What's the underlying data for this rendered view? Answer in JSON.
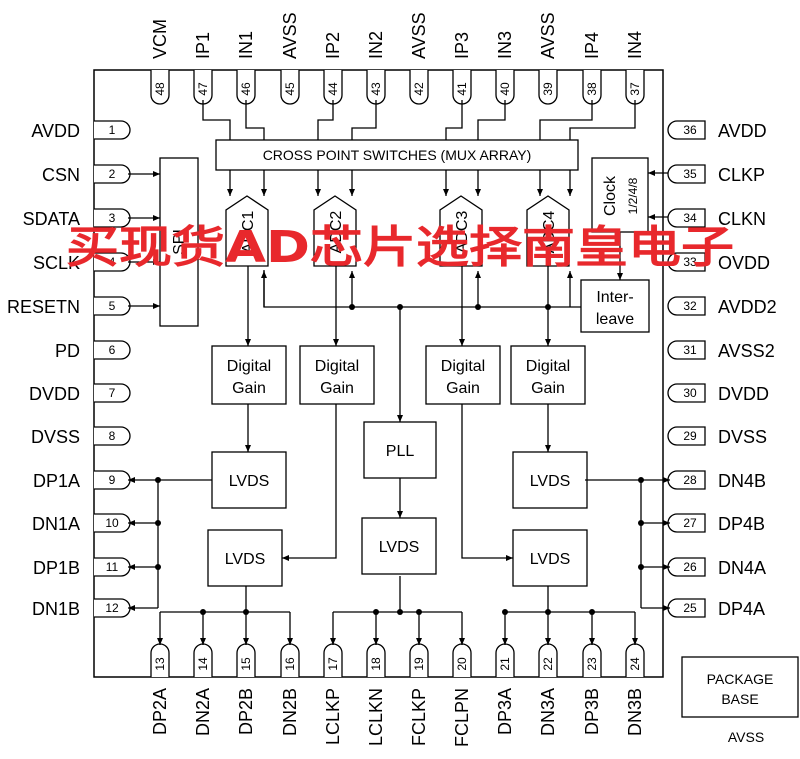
{
  "pins": {
    "top": [
      {
        "num": "48",
        "name": "VCM"
      },
      {
        "num": "47",
        "name": "IP1"
      },
      {
        "num": "46",
        "name": "IN1"
      },
      {
        "num": "45",
        "name": "AVSS"
      },
      {
        "num": "44",
        "name": "IP2"
      },
      {
        "num": "43",
        "name": "IN2"
      },
      {
        "num": "42",
        "name": "AVSS"
      },
      {
        "num": "41",
        "name": "IP3"
      },
      {
        "num": "40",
        "name": "IN3"
      },
      {
        "num": "39",
        "name": "AVSS"
      },
      {
        "num": "38",
        "name": "IP4"
      },
      {
        "num": "37",
        "name": "IN4"
      }
    ],
    "left": [
      {
        "num": "1",
        "name": "AVDD"
      },
      {
        "num": "2",
        "name": "CSN"
      },
      {
        "num": "3",
        "name": "SDATA"
      },
      {
        "num": "4",
        "name": "SCLK"
      },
      {
        "num": "5",
        "name": "RESETN"
      },
      {
        "num": "6",
        "name": "PD"
      },
      {
        "num": "7",
        "name": "DVDD"
      },
      {
        "num": "8",
        "name": "DVSS"
      },
      {
        "num": "9",
        "name": "DP1A"
      },
      {
        "num": "10",
        "name": "DN1A"
      },
      {
        "num": "11",
        "name": "DP1B"
      },
      {
        "num": "12",
        "name": "DN1B"
      }
    ],
    "right": [
      {
        "num": "36",
        "name": "AVDD"
      },
      {
        "num": "35",
        "name": "CLKP"
      },
      {
        "num": "34",
        "name": "CLKN"
      },
      {
        "num": "33",
        "name": "OVDD"
      },
      {
        "num": "32",
        "name": "AVDD2"
      },
      {
        "num": "31",
        "name": "AVSS2"
      },
      {
        "num": "30",
        "name": "DVDD"
      },
      {
        "num": "29",
        "name": "DVSS"
      },
      {
        "num": "28",
        "name": "DN4B"
      },
      {
        "num": "27",
        "name": "DP4B"
      },
      {
        "num": "26",
        "name": "DN4A"
      },
      {
        "num": "25",
        "name": "DP4A"
      }
    ],
    "bottom": [
      {
        "num": "13",
        "name": "DP2A"
      },
      {
        "num": "14",
        "name": "DN2A"
      },
      {
        "num": "15",
        "name": "DP2B"
      },
      {
        "num": "16",
        "name": "DN2B"
      },
      {
        "num": "17",
        "name": "LCLKP"
      },
      {
        "num": "18",
        "name": "LCLKN"
      },
      {
        "num": "19",
        "name": "FCLKP"
      },
      {
        "num": "20",
        "name": "FCLPN"
      },
      {
        "num": "21",
        "name": "DP3A"
      },
      {
        "num": "22",
        "name": "DN3A"
      },
      {
        "num": "23",
        "name": "DP3B"
      },
      {
        "num": "24",
        "name": "DN3B"
      }
    ]
  },
  "blocks": {
    "mux": "CROSS POINT SWITCHES (MUX ARRAY)",
    "spi": "SPI",
    "adcs": [
      "ADC1",
      "ADC2",
      "ADC3",
      "ADC4"
    ],
    "clock_line1": "Clock",
    "clock_line2": "1/2/4/8",
    "interleave_line1": "Inter-",
    "interleave_line2": "leave",
    "digital_gain_line1": "Digital",
    "digital_gain_line2": "Gain",
    "pll": "PLL",
    "lvds": "LVDS"
  },
  "package": {
    "line1": "PACKAGE",
    "line2": "BASE",
    "pin": "AVSS"
  },
  "watermark": "买现货AD芯片选择南皇电子"
}
